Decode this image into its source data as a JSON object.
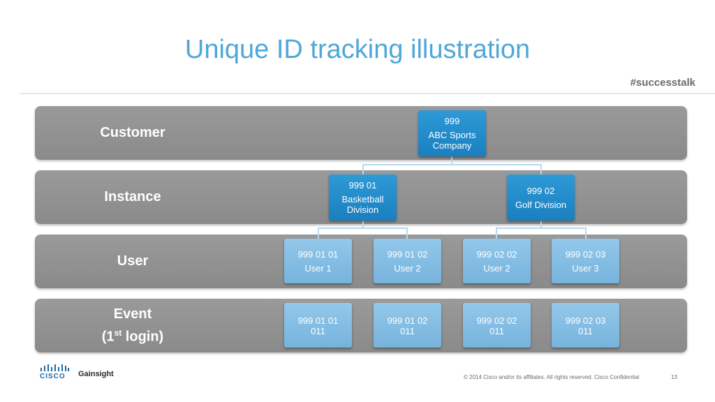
{
  "slide": {
    "title": "Unique ID tracking illustration",
    "hashtag": "#successtalk"
  },
  "bands": [
    {
      "label": "Customer"
    },
    {
      "label": "Instance"
    },
    {
      "label": "User"
    },
    {
      "label_line1": "Event",
      "label_prefix": "(1",
      "label_sup": "st",
      "label_suffix": " login)"
    }
  ],
  "nodes": {
    "customer": {
      "id": "999",
      "name": "ABC Sports Company"
    },
    "instances": [
      {
        "id": "999 01",
        "name": "Basketball Division"
      },
      {
        "id": "999 02",
        "name": "Golf Division"
      }
    ],
    "users": [
      {
        "id": "999 01 01",
        "name": "User 1"
      },
      {
        "id": "999 01 02",
        "name": "User 2"
      },
      {
        "id": "999 02 02",
        "name": "User 2"
      },
      {
        "id": "999 02 03",
        "name": "User 3"
      }
    ],
    "events": [
      {
        "id": "999 01 01",
        "seq": "011"
      },
      {
        "id": "999 01 02",
        "seq": "011"
      },
      {
        "id": "999 02 02",
        "seq": "011"
      },
      {
        "id": "999 02 03",
        "seq": "011"
      }
    ]
  },
  "footer": {
    "copyright": "© 2014 Cisco and/or its affiliates. All rights reserved.   Cisco Confidential",
    "page": "13",
    "cisco_logo_text": "CISCO",
    "partner_logo_text": "Gainsight"
  },
  "colors": {
    "title": "#4fa7d9",
    "band": "#8f8f8f",
    "node_dark": "#1f88c8",
    "node_light": "#85bde4",
    "connector": "#b9d9f0"
  }
}
